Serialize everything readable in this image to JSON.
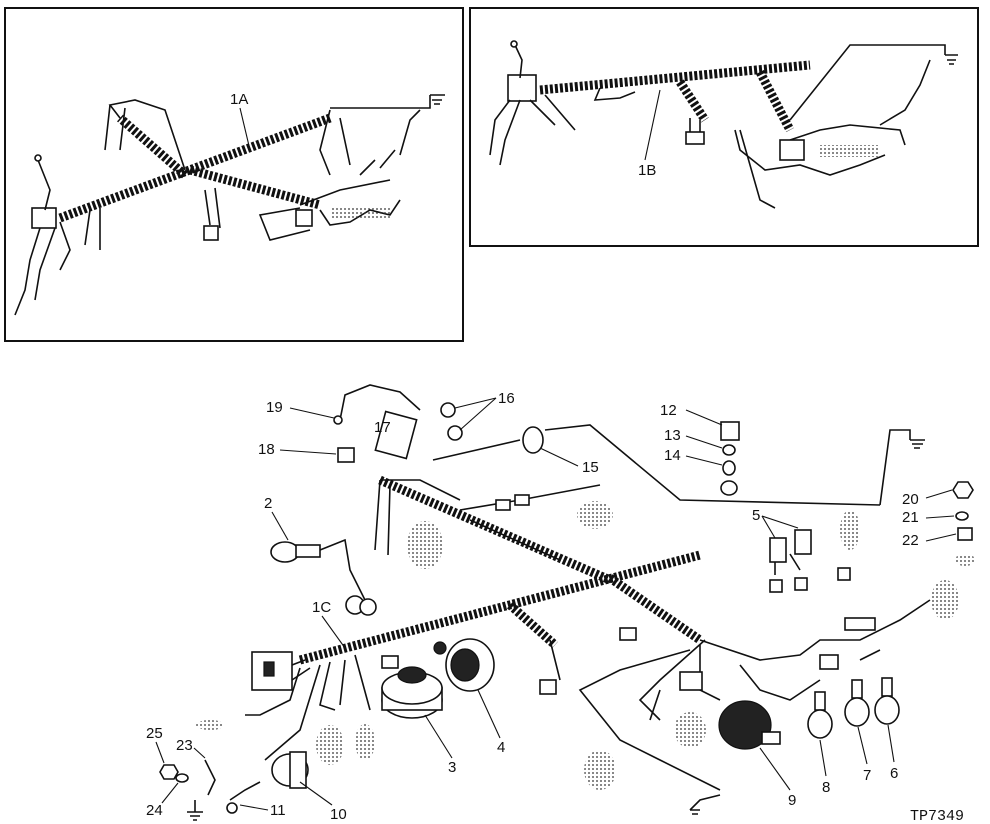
{
  "figure_ref": "TP7349",
  "insets": {
    "a": {
      "label": "1A"
    },
    "b": {
      "label": "1B"
    }
  },
  "callouts": {
    "c1c": "1C",
    "c2": "2",
    "c3": "3",
    "c4": "4",
    "c5": "5",
    "c6": "6",
    "c7": "7",
    "c8": "8",
    "c9": "9",
    "c10": "10",
    "c11": "11",
    "c12": "12",
    "c13": "13",
    "c14": "14",
    "c15": "15",
    "c16": "16",
    "c17": "17",
    "c18": "18",
    "c19": "19",
    "c20": "20",
    "c21": "21",
    "c22": "22",
    "c23": "23",
    "c24": "24",
    "c25": "25"
  },
  "colors": {
    "ink": "#111111",
    "paper": "#ffffff"
  }
}
